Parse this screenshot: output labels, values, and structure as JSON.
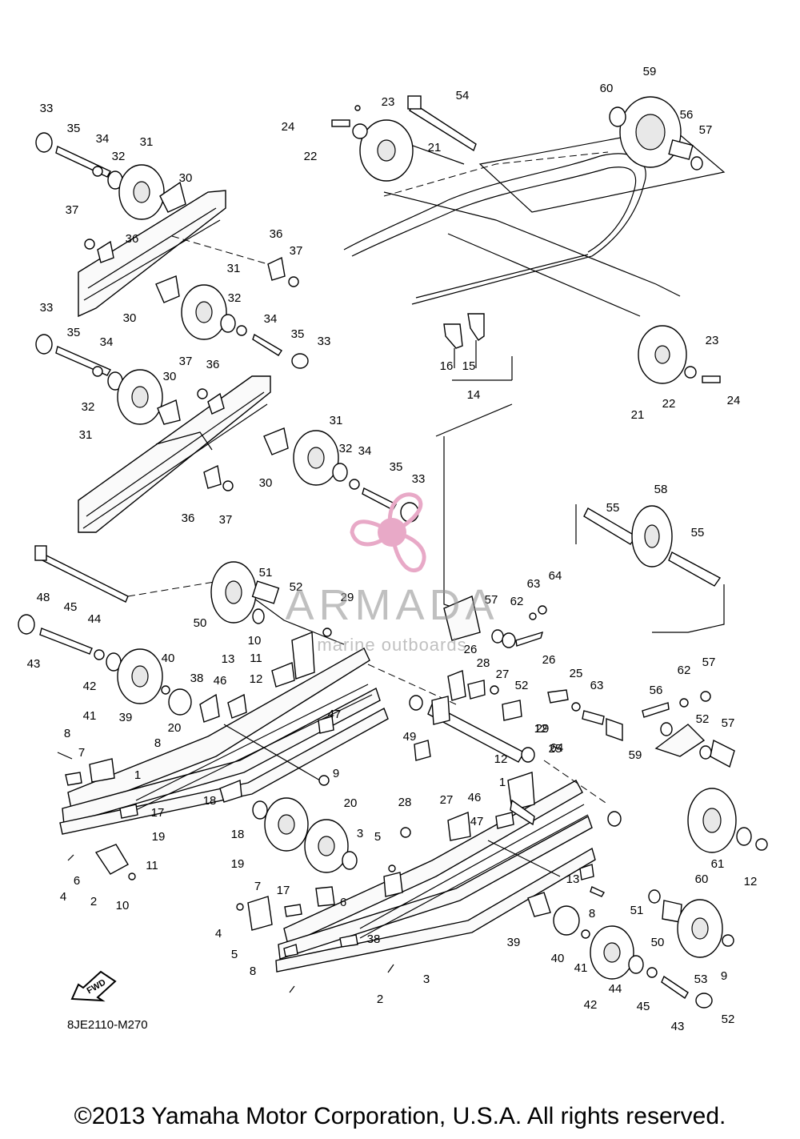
{
  "diagram": {
    "code": "8JE2110-M270",
    "fwd_label": "FWD",
    "copyright": "©2013 Yamaha Motor Corporation, U.S.A. All rights reserved.",
    "callouts": [
      "33",
      "35",
      "34",
      "32",
      "31",
      "30",
      "37",
      "36",
      "36",
      "37",
      "31",
      "32",
      "30",
      "34",
      "35",
      "33",
      "33",
      "35",
      "34",
      "32",
      "31",
      "30",
      "37",
      "36",
      "31",
      "32",
      "34",
      "35",
      "33",
      "30",
      "36",
      "37",
      "23",
      "24",
      "22",
      "21",
      "54",
      "59",
      "60",
      "56",
      "57",
      "16",
      "15",
      "14",
      "23",
      "21",
      "22",
      "24",
      "48",
      "45",
      "44",
      "43",
      "42",
      "41",
      "39",
      "40",
      "38",
      "46",
      "20",
      "13",
      "12",
      "11",
      "10",
      "51",
      "52",
      "29",
      "50",
      "55",
      "58",
      "55",
      "63",
      "64",
      "57",
      "62",
      "25",
      "26",
      "28",
      "27",
      "52",
      "49",
      "12",
      "47",
      "9",
      "8",
      "7",
      "1",
      "8",
      "17",
      "19",
      "18",
      "18",
      "19",
      "20",
      "3",
      "5",
      "4",
      "6",
      "2",
      "10",
      "11",
      "12",
      "1",
      "46",
      "47",
      "27",
      "28",
      "26",
      "25",
      "63",
      "64",
      "62",
      "57",
      "56",
      "52",
      "57",
      "29",
      "59",
      "60",
      "61",
      "12",
      "13",
      "8",
      "7",
      "17",
      "6",
      "4",
      "5",
      "8",
      "38",
      "39",
      "40",
      "41",
      "42",
      "44",
      "45",
      "43",
      "52",
      "51",
      "50",
      "53",
      "9",
      "2",
      "3"
    ]
  },
  "watermark": {
    "brand": "ARMADA",
    "tagline": "marine outboards",
    "logo_color": "#e8a9c7"
  }
}
